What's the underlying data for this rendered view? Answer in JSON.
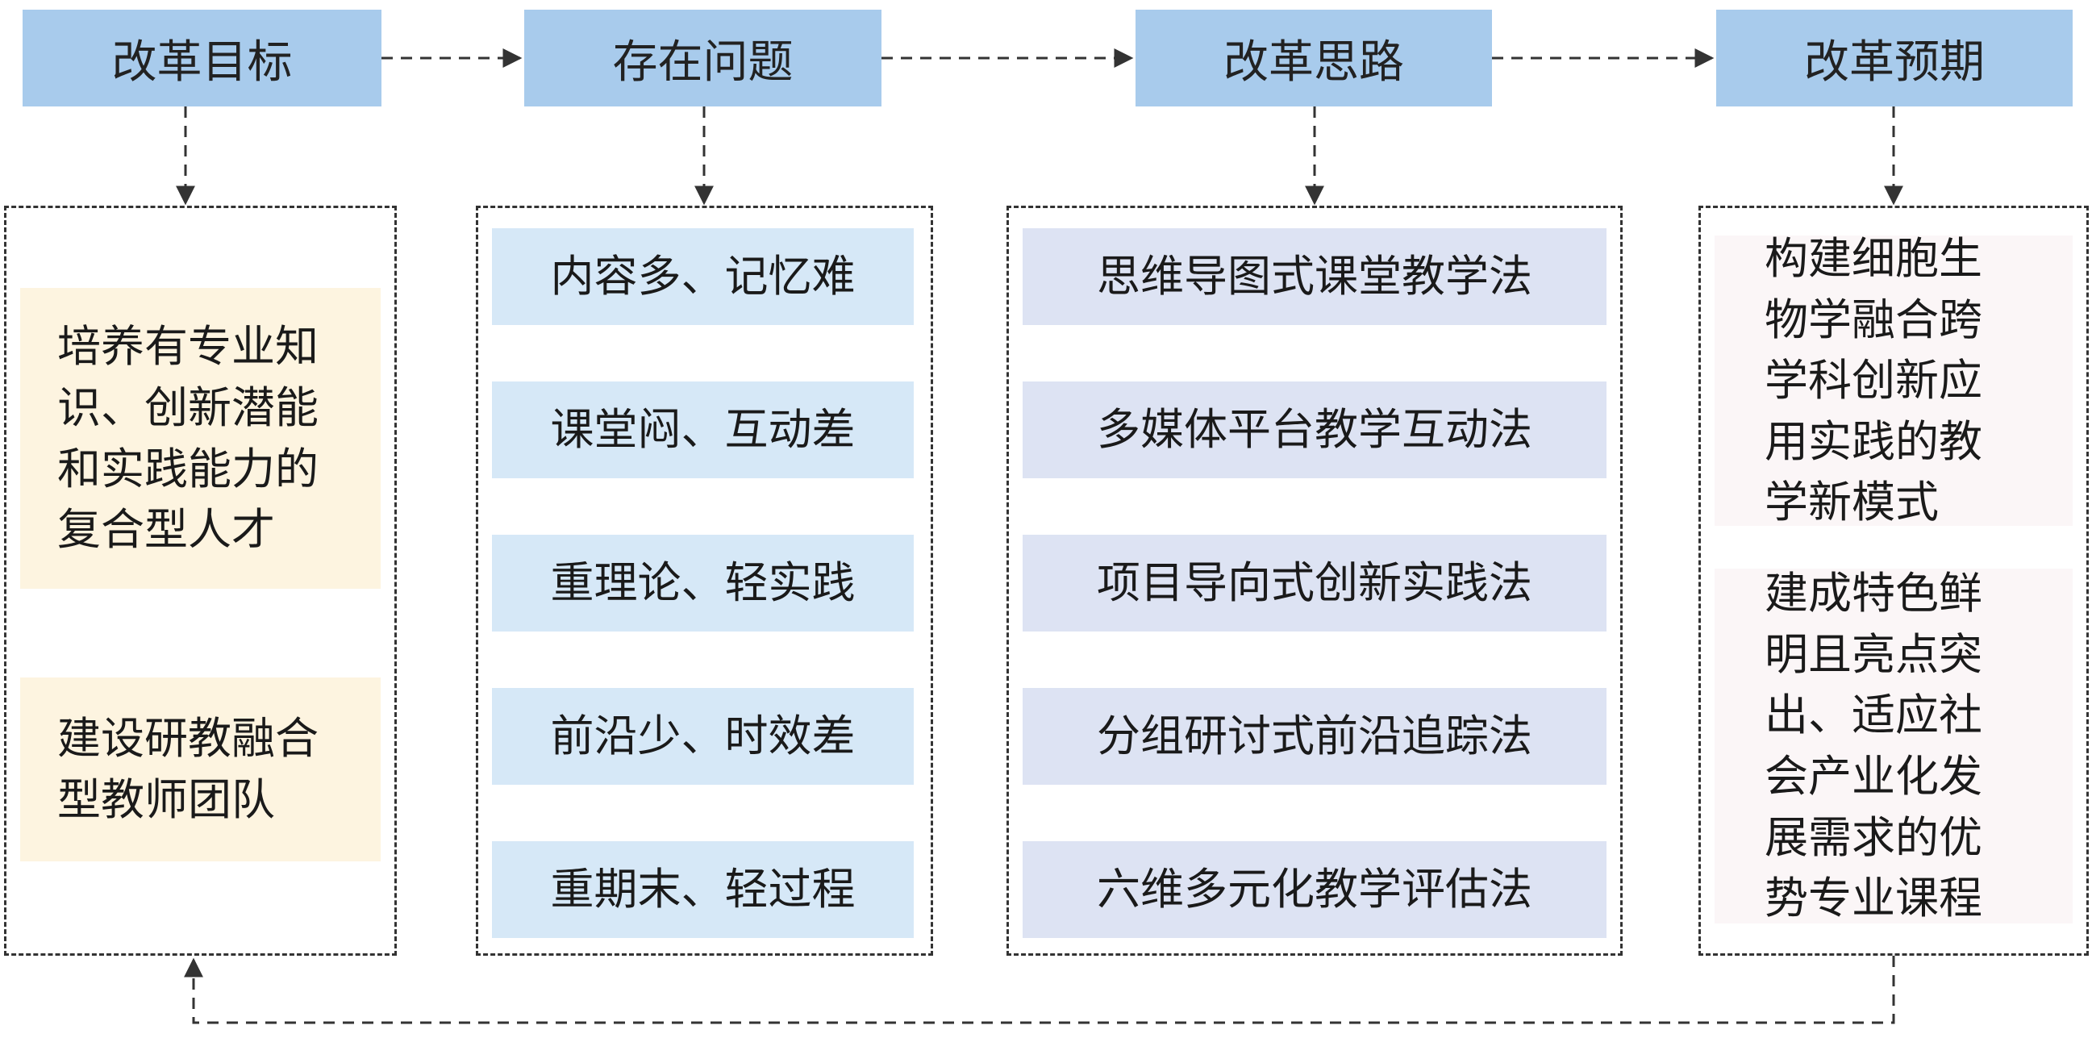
{
  "headers": [
    "改革目标",
    "存在问题",
    "改革思路",
    "改革预期"
  ],
  "goals": [
    "培养有专业知识、创新潜能和实践能力的复合型人才",
    "建设研教融合型教师团队"
  ],
  "problems": [
    "内容多、记忆难",
    "课堂闷、互动差",
    "重理论、轻实践",
    "前沿少、时效差",
    "重期末、轻过程"
  ],
  "ideas": [
    "思维导图式课堂教学法",
    "多媒体平台教学互动法",
    "项目导向式创新实践法",
    "分组研讨式前沿追踪法",
    "六维多元化教学评估法"
  ],
  "expectations": [
    "构建细胞生物学融合跨学科创新应用实践的教学新模式",
    "建成特色鲜明且亮点突出、适应社会产业化发展需求的优势专业课程"
  ],
  "colors": {
    "header": "#a8cbec",
    "goal": "#fdf4e0",
    "problem": "#d6e8f7",
    "idea": "#dde3f3",
    "expectation": "#fbf6f7"
  }
}
